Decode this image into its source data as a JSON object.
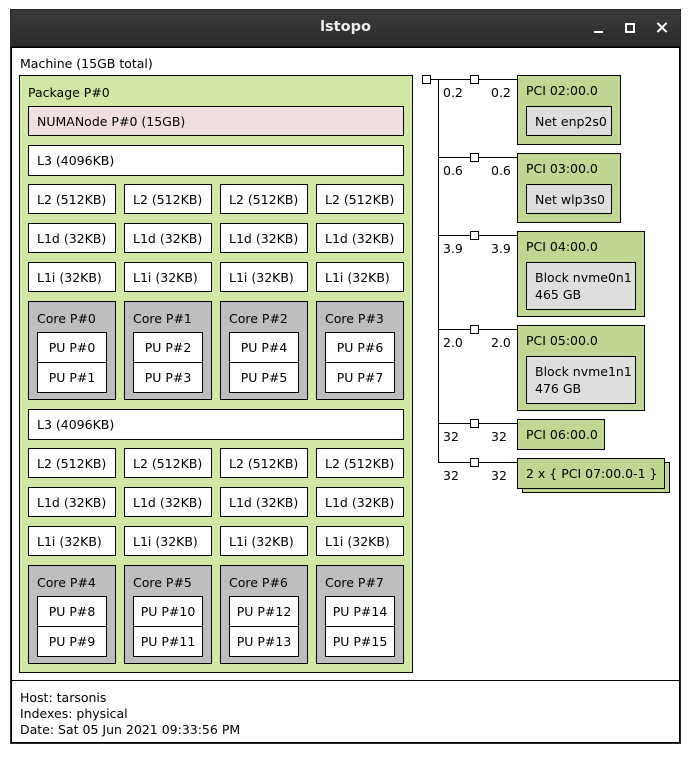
{
  "window": {
    "title": "lstopo"
  },
  "machine": {
    "label": "Machine (15GB total)"
  },
  "package": {
    "label": "Package P#0",
    "numa": "NUMANode P#0 (15GB)",
    "groups": [
      {
        "l3": "L3 (4096KB)",
        "l2": [
          "L2 (512KB)",
          "L2 (512KB)",
          "L2 (512KB)",
          "L2 (512KB)"
        ],
        "l1d": [
          "L1d (32KB)",
          "L1d (32KB)",
          "L1d (32KB)",
          "L1d (32KB)"
        ],
        "l1i": [
          "L1i (32KB)",
          "L1i (32KB)",
          "L1i (32KB)",
          "L1i (32KB)"
        ],
        "cores": [
          {
            "label": "Core P#0",
            "pus": [
              "PU P#0",
              "PU P#1"
            ]
          },
          {
            "label": "Core P#1",
            "pus": [
              "PU P#2",
              "PU P#3"
            ]
          },
          {
            "label": "Core P#2",
            "pus": [
              "PU P#4",
              "PU P#5"
            ]
          },
          {
            "label": "Core P#3",
            "pus": [
              "PU P#6",
              "PU P#7"
            ]
          }
        ]
      },
      {
        "l3": "L3 (4096KB)",
        "l2": [
          "L2 (512KB)",
          "L2 (512KB)",
          "L2 (512KB)",
          "L2 (512KB)"
        ],
        "l1d": [
          "L1d (32KB)",
          "L1d (32KB)",
          "L1d (32KB)",
          "L1d (32KB)"
        ],
        "l1i": [
          "L1i (32KB)",
          "L1i (32KB)",
          "L1i (32KB)",
          "L1i (32KB)"
        ],
        "cores": [
          {
            "label": "Core P#4",
            "pus": [
              "PU P#8",
              "PU P#9"
            ]
          },
          {
            "label": "Core P#5",
            "pus": [
              "PU P#10",
              "PU P#11"
            ]
          },
          {
            "label": "Core P#6",
            "pus": [
              "PU P#12",
              "PU P#13"
            ]
          },
          {
            "label": "Core P#7",
            "pus": [
              "PU P#14",
              "PU P#15"
            ]
          }
        ]
      }
    ]
  },
  "pci": [
    {
      "bw_left": "0.2",
      "bw_right": "0.2",
      "label": "PCI 02:00.0",
      "device": [
        "Net enp2s0"
      ]
    },
    {
      "bw_left": "0.6",
      "bw_right": "0.6",
      "label": "PCI 03:00.0",
      "device": [
        "Net wlp3s0"
      ]
    },
    {
      "bw_left": "3.9",
      "bw_right": "3.9",
      "label": "PCI 04:00.0",
      "device": [
        "Block nvme0n1",
        "465 GB"
      ]
    },
    {
      "bw_left": "2.0",
      "bw_right": "2.0",
      "label": "PCI 05:00.0",
      "device": [
        "Block nvme1n1",
        "476 GB"
      ]
    },
    {
      "bw_left": "32",
      "bw_right": "32",
      "label": "PCI 06:00.0",
      "device": []
    },
    {
      "bw_left": "32",
      "bw_right": "32",
      "label": "2 x { PCI 07:00.0-1 }",
      "device": []
    }
  ],
  "legend": {
    "host": "Host: tarsonis",
    "indexes": "Indexes: physical",
    "date": "Date: Sat 05 Jun 2021 09:33:56 PM"
  },
  "colors": {
    "package": "#d2e7a4",
    "numa": "#efdfde",
    "core": "#bebebe",
    "pci": "#c0d691",
    "device": "#dedede"
  }
}
